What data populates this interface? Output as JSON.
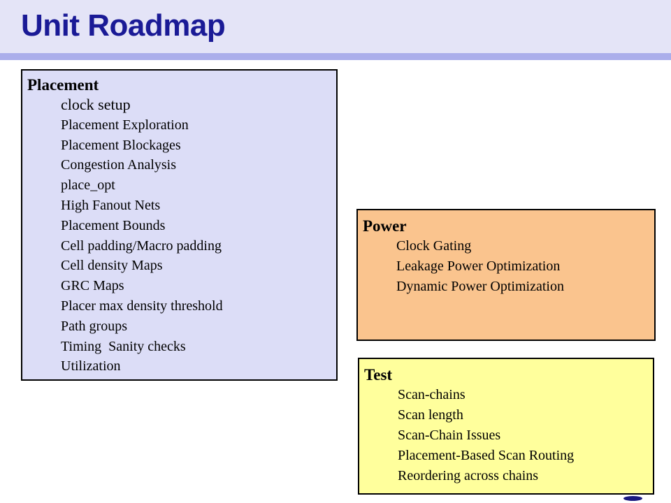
{
  "header": {
    "title": "Unit Roadmap"
  },
  "boxes": {
    "placement": {
      "title": "Placement",
      "items": [
        "clock setup",
        "Placement Exploration",
        "Placement Blockages",
        "Congestion Analysis",
        "place_opt",
        "High Fanout Nets",
        "Placement Bounds",
        "Cell padding/Macro padding",
        "Cell density Maps",
        "GRC Maps",
        "Placer max density threshold",
        "Path groups",
        "Timing  Sanity checks",
        "Utilization"
      ]
    },
    "power": {
      "title": "Power",
      "items": [
        "Clock Gating",
        "Leakage Power Optimization",
        "Dynamic Power Optimization"
      ]
    },
    "test": {
      "title": "Test",
      "items": [
        "Scan-chains",
        "Scan length",
        "Scan-Chain Issues",
        "Placement-Based Scan Routing",
        "Reordering across chains"
      ]
    }
  },
  "colors": {
    "header_bg": "#E4E4F7",
    "divider": "#ABAEEB",
    "title_text": "#1A1A96",
    "placement_fill": "#DCDDF7",
    "power_fill": "#FAC48E",
    "test_fill": "#FFFF9C",
    "border": "#000000",
    "bubble": "#1A1A80"
  }
}
